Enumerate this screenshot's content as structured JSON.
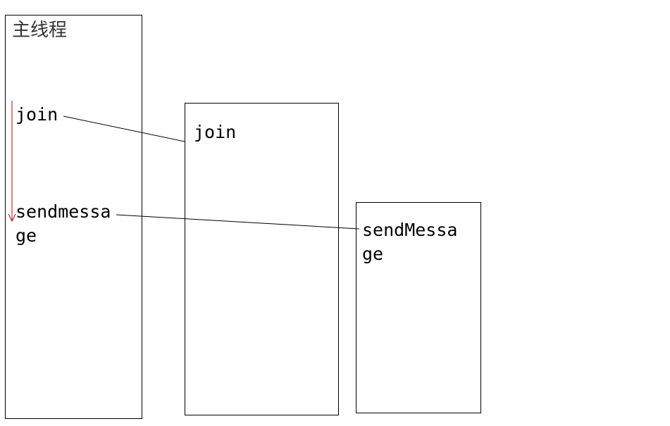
{
  "main_thread": {
    "title": "主线程",
    "join_label": "join",
    "send_label": "sendmessage"
  },
  "join_thread": {
    "label": "join"
  },
  "send_thread": {
    "label": "sendMessage"
  },
  "colors": {
    "timeline_arrow": "#cc0000",
    "line": "#000000"
  }
}
